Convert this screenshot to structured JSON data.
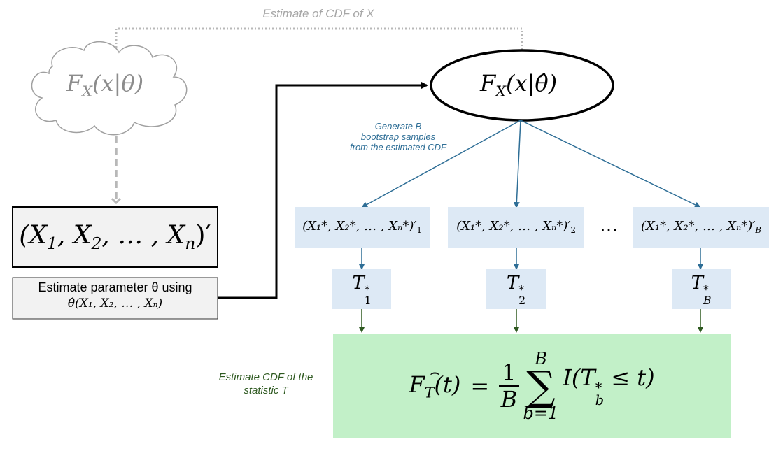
{
  "top_note": "Estimate of CDF of X",
  "cloud": {
    "F": "F",
    "sub": "X",
    "rest": "(x|θ)"
  },
  "ellipse": {
    "F": "F",
    "sub": "X",
    "open": "(x|",
    "theta_hat": "θ̂",
    "close": ")"
  },
  "generate_note": {
    "line1": "Generate B",
    "line2": "bootstrap samples",
    "line3": "from the estimated CDF"
  },
  "sample": {
    "text": "(X",
    "s1": "1",
    "comma": ", X",
    "s2": "2",
    "dots": ", … , X",
    "sn": "n",
    "close": ")′"
  },
  "estimate_box": {
    "line1": "Estimate parameter θ using",
    "line2": "θ̂(X₁, X₂, … , Xₙ)"
  },
  "bootstrap_samples": [
    {
      "label": "(X₁*, X₂*, … , Xₙ*)′",
      "index": "1"
    },
    {
      "label": "(X₁*, X₂*, … , Xₙ*)′",
      "index": "2"
    },
    {
      "label": "(X₁*, X₂*, … , Xₙ*)′",
      "index": "B"
    }
  ],
  "ellipsis_between": "…",
  "statistics": [
    {
      "T": "T",
      "index": "1",
      "star": "*"
    },
    {
      "T": "T",
      "index": "2",
      "star": "*"
    },
    {
      "T": "T",
      "index": "B",
      "star": "*"
    }
  ],
  "cdf_note": {
    "line1": "Estimate CDF of the",
    "line2": "statistic T"
  },
  "formula": {
    "lhs_F": "F",
    "lhs_sub": "T",
    "lhs_arg": "(t)",
    "eq": "=",
    "frac_num": "1",
    "frac_den": "B",
    "sum_top": "B",
    "sum_sym": "∑",
    "sum_bottom": "b=1",
    "indicator": "I(T",
    "ind_sub": "b",
    "ind_star": "*",
    "ind_rest": " ≤ t)"
  },
  "colors": {
    "gray": "#b0b0b0",
    "blue_arrow": "#2e6e96",
    "green_arrow": "#2f5a21",
    "box_blue": "#dde9f5",
    "green_box": "#c2f0c8",
    "note_blue": "#2e6e96",
    "note_green": "#2f5a21"
  }
}
